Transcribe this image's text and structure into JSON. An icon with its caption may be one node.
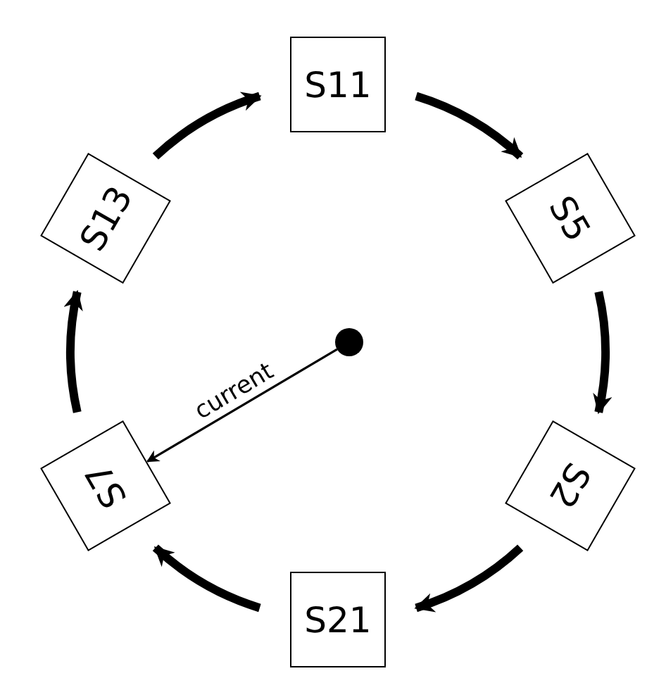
{
  "diagram": {
    "nodes": [
      {
        "text": [
          "S11"
        ]
      },
      {
        "text": [
          "S5"
        ]
      },
      {
        "text": [
          "S2"
        ]
      },
      {
        "text": [
          "S21"
        ]
      },
      {
        "text": [
          "S7"
        ]
      },
      {
        "text": [
          "S13"
        ]
      },
      {
        "text": [],
        "shape": "circle"
      }
    ],
    "edges": [
      {
        "from": 0,
        "to": 1,
        "arrow": "to"
      },
      {
        "from": 1,
        "to": 2,
        "arrow": "to"
      },
      {
        "from": 2,
        "to": 3,
        "arrow": "to"
      },
      {
        "from": 3,
        "to": 4,
        "arrow": "to"
      },
      {
        "from": 4,
        "to": 5,
        "arrow": "to"
      },
      {
        "from": 5,
        "to": 0,
        "arrow": "to"
      },
      {
        "from": 6,
        "to": 4,
        "arrow": "to",
        "label": "current"
      }
    ]
  }
}
